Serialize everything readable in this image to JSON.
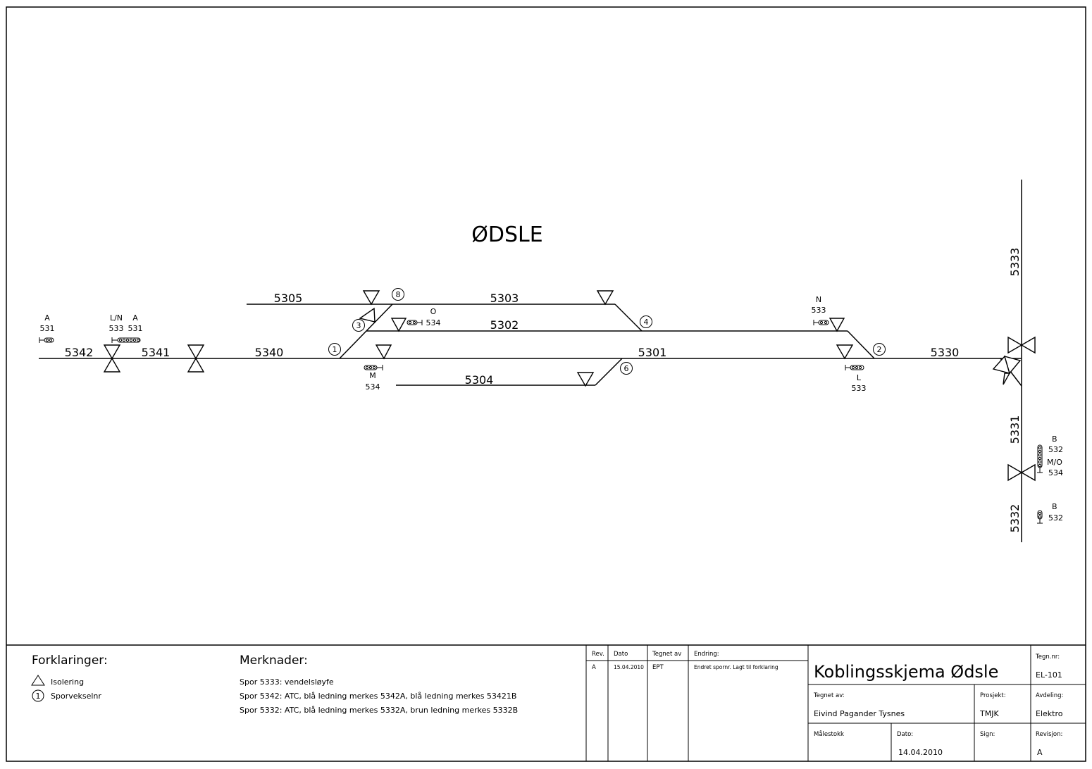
{
  "station": {
    "name": "ØDSLE"
  },
  "tracks": {
    "t5342": "5342",
    "t5341": "5341",
    "t5340": "5340",
    "t5305": "5305",
    "t5303": "5303",
    "t5302": "5302",
    "t5301": "5301",
    "t5304": "5304",
    "t5330": "5330",
    "t5333": "5333",
    "t5331": "5331",
    "t5332": "5332"
  },
  "switches": {
    "s1": "1",
    "s2": "2",
    "s3": "3",
    "s4": "4",
    "s6": "6",
    "s8": "8"
  },
  "signals": {
    "a_left": {
      "name": "A",
      "num": "531"
    },
    "ln": {
      "name": "L/N",
      "num": "533"
    },
    "a2": {
      "name": "A",
      "num": "531"
    },
    "o": {
      "name": "O",
      "num": "534"
    },
    "m": {
      "name": "M",
      "num": "534"
    },
    "n": {
      "name": "N",
      "num": "533"
    },
    "l": {
      "name": "L",
      "num": "533"
    },
    "b_upper": {
      "name": "B",
      "num": "532"
    },
    "mo": {
      "name": "M/O",
      "num": "534"
    },
    "b_lower": {
      "name": "B",
      "num": "532"
    }
  },
  "legend": {
    "title": "Forklaringer:",
    "isolering": "Isolering",
    "sporveksel_symbol": "1",
    "sporveksel": "Sporvekselnr"
  },
  "notes": {
    "title": "Merknader:",
    "lines": [
      "Spor 5333: vendelsløyfe",
      "Spor 5342: ATC, blå ledning merkes 5342A, blå ledning merkes 53421B",
      "Spor 5332: ATC, blå ledning merkes 5332A, brun ledning merkes 5332B"
    ]
  },
  "revisions": {
    "headers": {
      "rev": "Rev.",
      "dato": "Dato",
      "tegnet": "Tegnet av",
      "endring": "Endring:"
    },
    "rows": [
      {
        "rev": "A",
        "dato": "15.04.2010",
        "tegnet": "EPT",
        "endring": "Endret spornr. Lagt til forklaring"
      }
    ]
  },
  "titleblock": {
    "title": "Koblingsskjema Ødsle",
    "tegnnr_label": "Tegn.nr:",
    "tegnnr": "EL-101",
    "tegnet_label": "Tegnet av:",
    "tegnet": "Eivind Pagander Tysnes",
    "prosjekt_label": "Prosjekt:",
    "prosjekt": "TMJK",
    "avdeling_label": "Avdeling:",
    "avdeling": "Elektro",
    "malestokk_label": "Målestokk",
    "dato_label": "Dato:",
    "dato": "14.04.2010",
    "sign_label": "Sign:",
    "revisjon_label": "Revisjon:",
    "revisjon": "A"
  }
}
